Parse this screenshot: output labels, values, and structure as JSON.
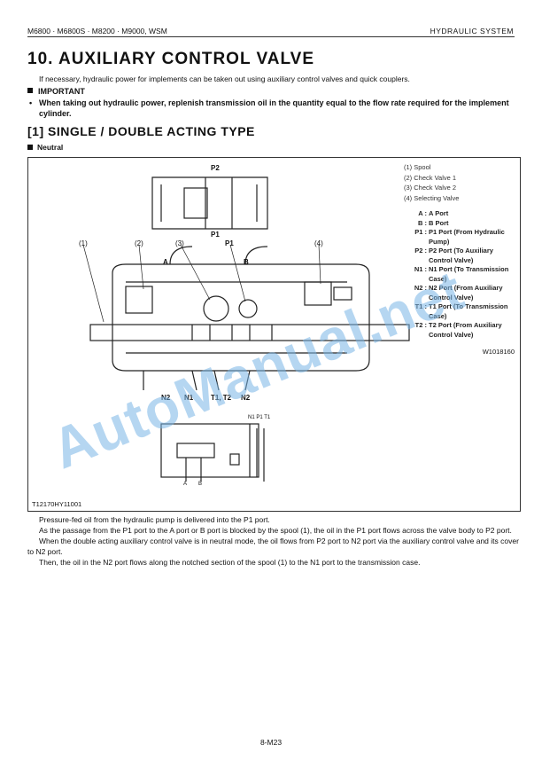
{
  "header": {
    "models": "M6800 · M6800S · M8200 · M9000, WSM",
    "section": "HYDRAULIC SYSTEM"
  },
  "title": "10. AUXILIARY CONTROL VALVE",
  "intro": "If necessary, hydraulic power for implements can be taken out using auxiliary control valves and quick couplers.",
  "important": {
    "heading": "IMPORTANT",
    "bullet": "When taking out hydraulic power, replenish transmission oil in the quantity equal to the flow rate required for the implement cylinder."
  },
  "subtitle": "[1] SINGLE / DOUBLE ACTING TYPE",
  "subsection": "Neutral",
  "figure": {
    "legend": [
      "(1) Spool",
      "(2) Check Valve 1",
      "(3) Check Valve 2",
      "(4) Selecting Valve"
    ],
    "ports": [
      {
        "key": "A :",
        "desc": "A Port"
      },
      {
        "key": "B :",
        "desc": "B Port"
      },
      {
        "key": "P1 :",
        "desc": "P1 Port (From Hydraulic Pump)"
      },
      {
        "key": "P2 :",
        "desc": "P2 Port (To Auxiliary Control Valve)"
      },
      {
        "key": "N1 :",
        "desc": "N1 Port (To Transmission Case)"
      },
      {
        "key": "N2 :",
        "desc": "N2 Port (From Auxiliary Control Valve)"
      },
      {
        "key": "T1 :",
        "desc": "T1 Port (To Transmission Case)"
      },
      {
        "key": "T2 :",
        "desc": "T2 Port (From Auxiliary Control Valve)"
      }
    ],
    "code": "W1018160",
    "id": "T12170HY11001",
    "callouts": {
      "c1": "(1)",
      "c2": "(2)",
      "c3": "(3)",
      "c4": "(4)",
      "p1": "P1",
      "p2": "P2",
      "p1_inset": "P1",
      "a": "A",
      "b": "B",
      "n2a": "N2",
      "n1": "N1",
      "t1t2": "T1, T2",
      "n2b": "N2",
      "sch_top": "N1 P1 T1",
      "sch_a": "A",
      "sch_b": "B"
    }
  },
  "body": [
    "Pressure-fed oil from the hydraulic pump is delivered into the P1 port.",
    "As the passage from the P1 port to the A port or B port is blocked by the spool (1), the oil in the P1 port flows across the valve body to P2 port.",
    "When the double acting auxiliary control valve is in neutral mode, the oil flows from P2 port to N2 port via the auxiliary control valve and its cover to N2 port.",
    "Then, the oil in the N2 port flows along the notched section of the spool (1) to the N1 port to the transmission case."
  ],
  "page_number": "8-M23",
  "watermark": "AutoManual.net"
}
